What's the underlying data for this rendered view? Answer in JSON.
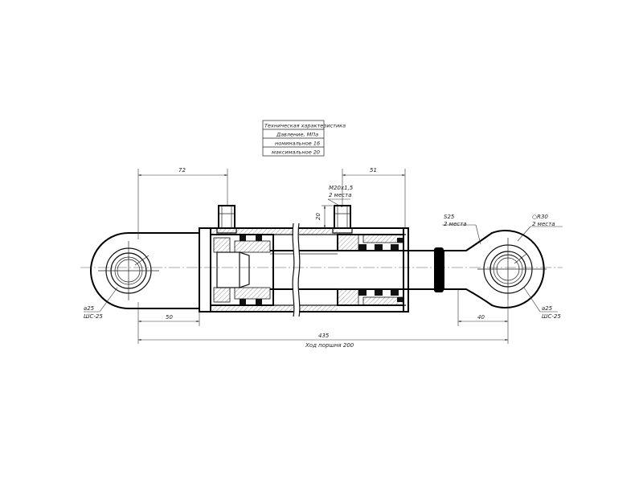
{
  "spec_table": {
    "title": "Техническая характеристика",
    "row1": "Давление, МПа",
    "row2": "номинальное 16",
    "row3": "максимальное 20"
  },
  "dimensions": {
    "d72": "72",
    "d51": "51",
    "d50": "50",
    "d40": "40",
    "d435": "435",
    "stroke": "Ход поршня 200",
    "thread": "M20x1,5",
    "thread_qty": "2 места",
    "d20": "20",
    "s25": "S25",
    "s25_qty": "2 места",
    "o30": "○R30",
    "o30_qty": "2 места",
    "dia25_left": "⌀25",
    "sh25_left": "ШС-25",
    "dia25_right": "⌀25",
    "sh25_right": "ШС-25"
  }
}
